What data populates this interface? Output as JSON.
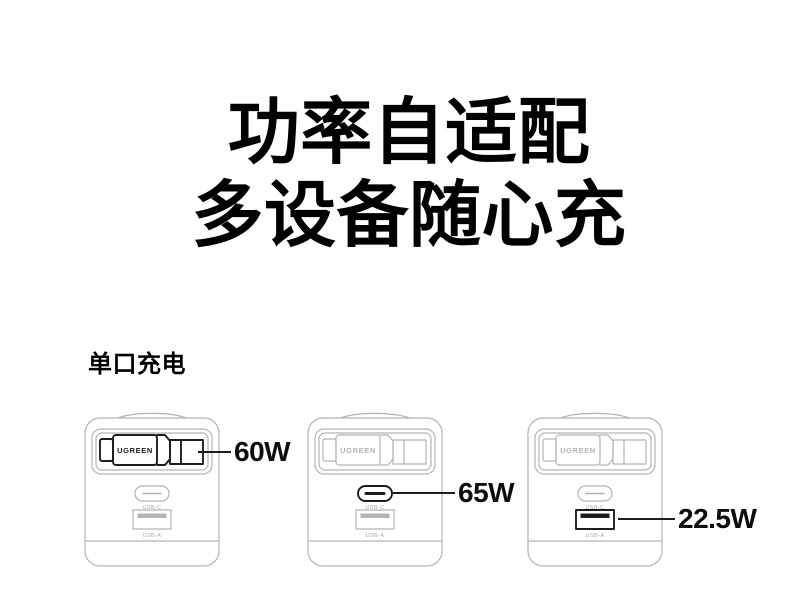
{
  "title": {
    "line1": "功率自适配",
    "line2": "多设备随心充"
  },
  "section": {
    "label": "单口充电"
  },
  "chargers": [
    {
      "brand": "UGREEN",
      "usb_c_label": "USB-C",
      "usb_a_label": "USB-A",
      "power": "60W",
      "callout_target": "retractable-cable"
    },
    {
      "brand": "UGREEN",
      "usb_c_label": "USB-C",
      "usb_a_label": "USB-A",
      "power": "65W",
      "callout_target": "usb-c-port"
    },
    {
      "brand": "UGREEN",
      "usb_c_label": "USB-C",
      "usb_a_label": "USB-A",
      "power": "22.5W",
      "callout_target": "usb-a-port"
    }
  ],
  "colors": {
    "background": "#ffffff",
    "line-art": "#b3b3b3",
    "highlight": "#1d1d1d",
    "port-label": "#a8a8a8",
    "heading-text": "#000000"
  }
}
